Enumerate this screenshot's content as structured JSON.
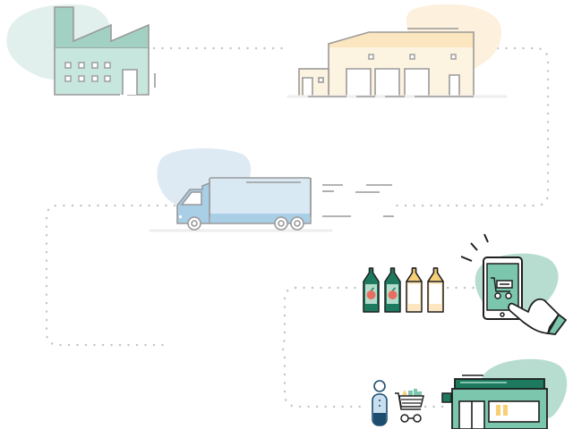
{
  "illustration": {
    "subject": "supply-chain-journey",
    "stages": [
      {
        "id": "factory",
        "icon": "factory-icon"
      },
      {
        "id": "warehouse",
        "icon": "warehouse-icon"
      },
      {
        "id": "truck",
        "icon": "delivery-truck-icon"
      },
      {
        "id": "products",
        "icon": "juice-cartons-icon"
      },
      {
        "id": "mobile-order",
        "icon": "smartphone-shopping-cart-icon"
      },
      {
        "id": "shopper",
        "icon": "shopper-with-cart-icon"
      },
      {
        "id": "store",
        "icon": "storefront-icon"
      }
    ],
    "products": {
      "cartons": [
        {
          "kind": "apple",
          "color": "#1e7a5e"
        },
        {
          "kind": "apple",
          "color": "#1e7a5e"
        },
        {
          "kind": "plain",
          "color": "#f6cf77"
        },
        {
          "kind": "plain",
          "color": "#f6cf77"
        }
      ]
    },
    "colors": {
      "path_dots": "#c4c4c4",
      "outline_gray": "#9a9a9a",
      "outline_dark": "#1f1f1f",
      "factory_light": "#c7e6dd",
      "factory_dark": "#a2d1c4",
      "factory_blob": "#e1f0ec",
      "warehouse_light": "#fdf3e1",
      "warehouse_dark": "#fbe6bf",
      "warehouse_blob": "#fdf0dc",
      "truck_body": "#d9e9f4",
      "truck_cab": "#a9cfe7",
      "truck_blob": "#dde9f3",
      "teal": "#7cc6ae",
      "teal_blob": "#b7ddd0",
      "dark_green": "#1e7a5e",
      "apple_red": "#ea6e60",
      "navy": "#1d4d6e",
      "yellow": "#f6cf77"
    }
  }
}
